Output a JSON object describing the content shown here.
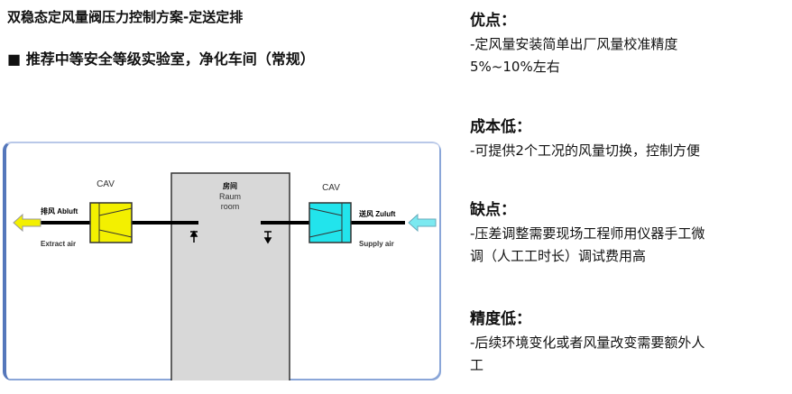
{
  "title": "双稳态定风量阀压力控制方案-定送定排",
  "bullet": "■ 推荐中等安全等级实验室，净化车间（常规）",
  "diagram": {
    "cav_left": "CAV",
    "cav_right": "CAV",
    "room_cn": "房间",
    "room_de": "Raum",
    "room_en": "room",
    "exhaust_label": "排风 Abluft",
    "exhaust_en": "Extract air",
    "supply_label": "送风 Zuluft",
    "supply_en": "Supply air"
  },
  "sections": [
    {
      "heading": "优点：",
      "lines": [
        "-定风量安装简单出厂风量校准精度",
        "5%~10%左右"
      ]
    },
    {
      "heading": "成本低：",
      "lines": [
        "-可提供2个工况的风量切换，控制方便"
      ]
    },
    {
      "heading": "缺点：",
      "lines": [
        "-压差调整需要现场工程师用仪器手工微",
        "调（人工工时长）调试费用高"
      ]
    },
    {
      "heading": "精度低：",
      "lines": [
        "-后续环境变化或者风量改变需要额外人",
        "工"
      ]
    }
  ]
}
